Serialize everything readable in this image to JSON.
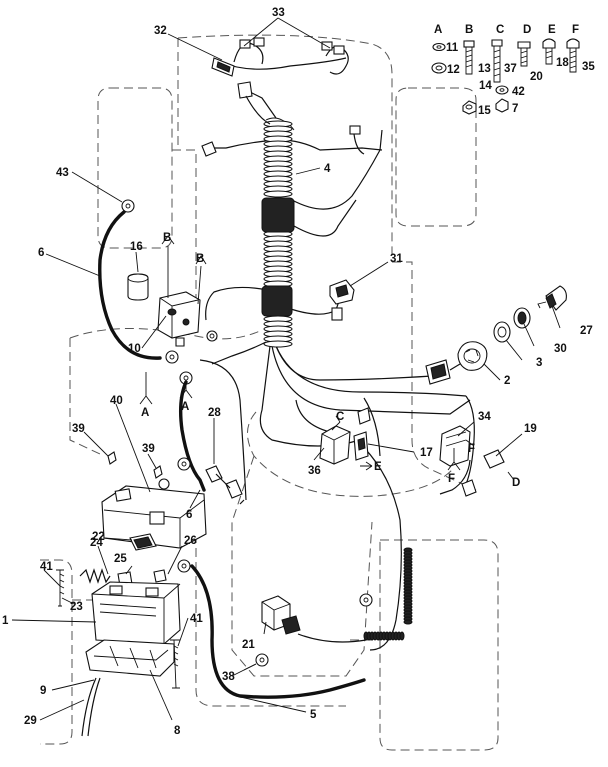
{
  "callouts": [
    {
      "id": "c33",
      "text": "33"
    },
    {
      "id": "c32",
      "text": "32"
    },
    {
      "id": "c4",
      "text": "4"
    },
    {
      "id": "c43",
      "text": "43"
    },
    {
      "id": "c16",
      "text": "16"
    },
    {
      "id": "c6a",
      "text": "6"
    },
    {
      "id": "c31",
      "text": "31"
    },
    {
      "id": "c27",
      "text": "27"
    },
    {
      "id": "c30",
      "text": "30"
    },
    {
      "id": "c3",
      "text": "3"
    },
    {
      "id": "c2",
      "text": "2"
    },
    {
      "id": "c10",
      "text": "10"
    },
    {
      "id": "c40",
      "text": "40"
    },
    {
      "id": "c28",
      "text": "28"
    },
    {
      "id": "c34",
      "text": "34"
    },
    {
      "id": "c19",
      "text": "19"
    },
    {
      "id": "c39a",
      "text": "39"
    },
    {
      "id": "c39b",
      "text": "39"
    },
    {
      "id": "c36",
      "text": "36"
    },
    {
      "id": "c17",
      "text": "17"
    },
    {
      "id": "c6b",
      "text": "6"
    },
    {
      "id": "c22",
      "text": "22"
    },
    {
      "id": "c24",
      "text": "24"
    },
    {
      "id": "c26",
      "text": "26"
    },
    {
      "id": "c25",
      "text": "25"
    },
    {
      "id": "c41a",
      "text": "41"
    },
    {
      "id": "c23",
      "text": "23"
    },
    {
      "id": "c1",
      "text": "1"
    },
    {
      "id": "c41b",
      "text": "41"
    },
    {
      "id": "c21",
      "text": "21"
    },
    {
      "id": "c38",
      "text": "38"
    },
    {
      "id": "c9",
      "text": "9"
    },
    {
      "id": "c29",
      "text": "29"
    },
    {
      "id": "c8",
      "text": "8"
    },
    {
      "id": "c5",
      "text": "5"
    }
  ],
  "hardware_key": {
    "columns": [
      "A",
      "B",
      "C",
      "D",
      "E",
      "F"
    ],
    "parts": [
      {
        "id": "h11",
        "text": "11"
      },
      {
        "id": "h13",
        "text": "13"
      },
      {
        "id": "h37",
        "text": "37"
      },
      {
        "id": "h20",
        "text": "20"
      },
      {
        "id": "h18",
        "text": "18"
      },
      {
        "id": "h35",
        "text": "35"
      },
      {
        "id": "h12",
        "text": "12"
      },
      {
        "id": "h14",
        "text": "14"
      },
      {
        "id": "h42",
        "text": "42"
      },
      {
        "id": "h15",
        "text": "15"
      },
      {
        "id": "h7",
        "text": "7"
      }
    ]
  },
  "ref_letters": [
    {
      "id": "rB1",
      "text": "B"
    },
    {
      "id": "rB2",
      "text": "B"
    },
    {
      "id": "rA1",
      "text": "A"
    },
    {
      "id": "rA2",
      "text": "A"
    },
    {
      "id": "rC",
      "text": "C"
    },
    {
      "id": "rE",
      "text": "E"
    },
    {
      "id": "rF1",
      "text": "F"
    },
    {
      "id": "rF2",
      "text": "F"
    },
    {
      "id": "rD",
      "text": "D"
    }
  ]
}
